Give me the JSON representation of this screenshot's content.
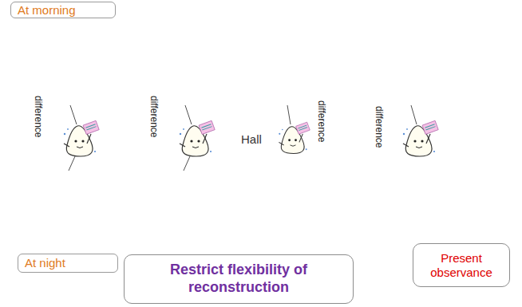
{
  "diagram": {
    "nodes": [
      {
        "text": [
          "At morning"
        ]
      },
      {
        "text": [
          "difference"
        ]
      },
      {
        "text": [
          "difference"
        ]
      },
      {
        "text": [
          "difference"
        ]
      },
      {
        "text": [
          "difference"
        ]
      },
      {
        "text": [
          "Hall"
        ]
      },
      {
        "text": [
          "At night"
        ]
      },
      {
        "text": [
          "Restrict flexibility of reconstruction"
        ]
      },
      {
        "text": [
          "Present observance"
        ]
      }
    ]
  }
}
